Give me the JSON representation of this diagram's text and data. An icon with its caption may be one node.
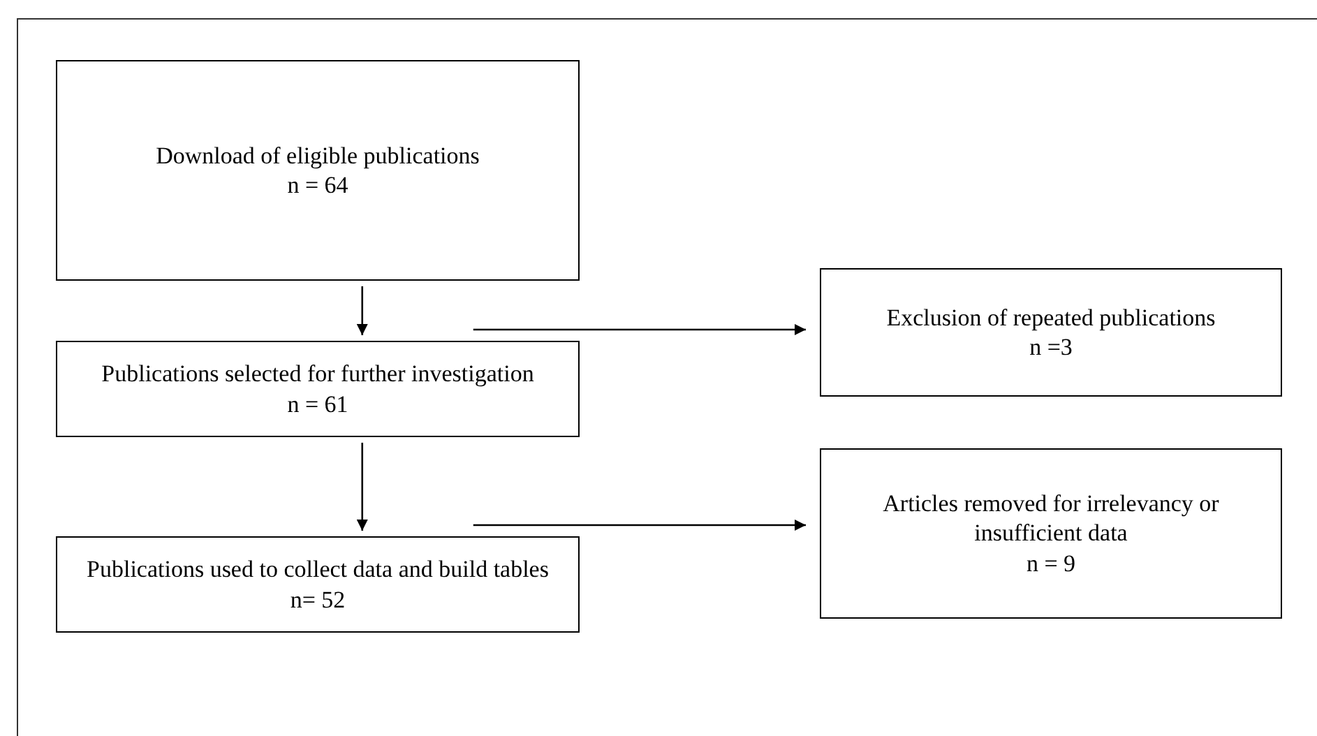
{
  "diagram": {
    "nodes": [
      {
        "text": [
          "Download of eligible publications",
          "n = 64"
        ]
      },
      {
        "text": [
          "Publications selected for further investigation",
          "n = 61"
        ]
      },
      {
        "text": [
          "Publications used to collect data and build tables",
          "n= 52"
        ]
      },
      {
        "text": [
          "Exclusion of repeated publications",
          "n =3"
        ]
      },
      {
        "text": [
          "Articles removed for irrelevancy or insufficient data",
          "n = 9"
        ]
      }
    ],
    "edges": [
      {
        "from": 0,
        "to": 1,
        "arrow": "to"
      },
      {
        "from": 1,
        "to": 2,
        "arrow": "to"
      },
      {
        "from": 1,
        "to": 3,
        "arrow": "to"
      },
      {
        "from": 2,
        "to": 4,
        "arrow": "to"
      }
    ]
  }
}
